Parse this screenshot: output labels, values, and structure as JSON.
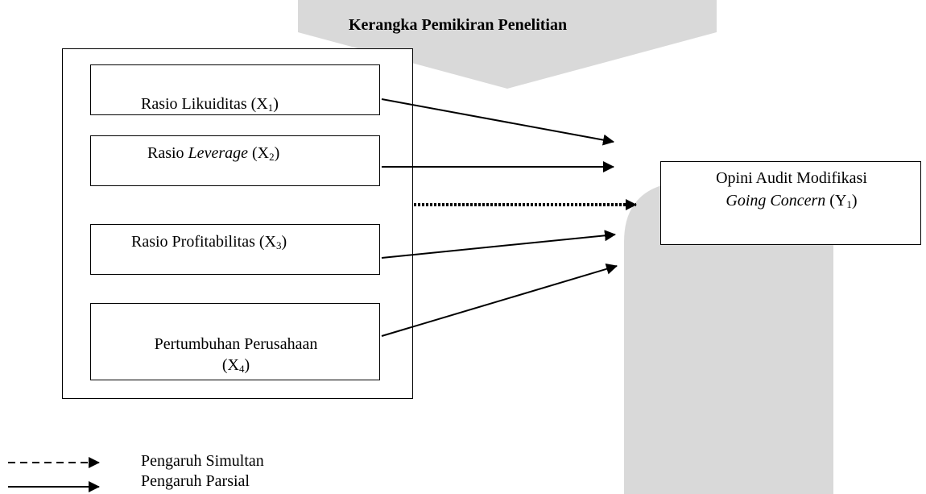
{
  "title": "Kerangka Pemikiran Penelitian",
  "variables": [
    {
      "name": "Rasio Likuiditas",
      "italic_part": "",
      "code": "(X",
      "sub": "1",
      "end": ")"
    },
    {
      "name": "Rasio ",
      "italic_part": "Leverage",
      "code": " (X",
      "sub": "2",
      "end": ")"
    },
    {
      "name": "Rasio Profitabilitas",
      "italic_part": "",
      "code": "(X",
      "sub": "3",
      "end": ")"
    },
    {
      "name": "Pertumbuhan Perusahaan",
      "italic_part": "",
      "code": "(X",
      "sub": "4",
      "end": ")"
    }
  ],
  "dependent": {
    "line1": "Opini Audit Modifikasi",
    "line2_italic": "Going Concern",
    "line2_code": " (Y",
    "line2_sub": "1",
    "line2_end": ")"
  },
  "legend": {
    "simultaneous": "Pengaruh Simultan",
    "partial": "Pengaruh Parsial"
  },
  "colors": {
    "watermark": "#d9d9d9",
    "stroke": "#000000"
  }
}
